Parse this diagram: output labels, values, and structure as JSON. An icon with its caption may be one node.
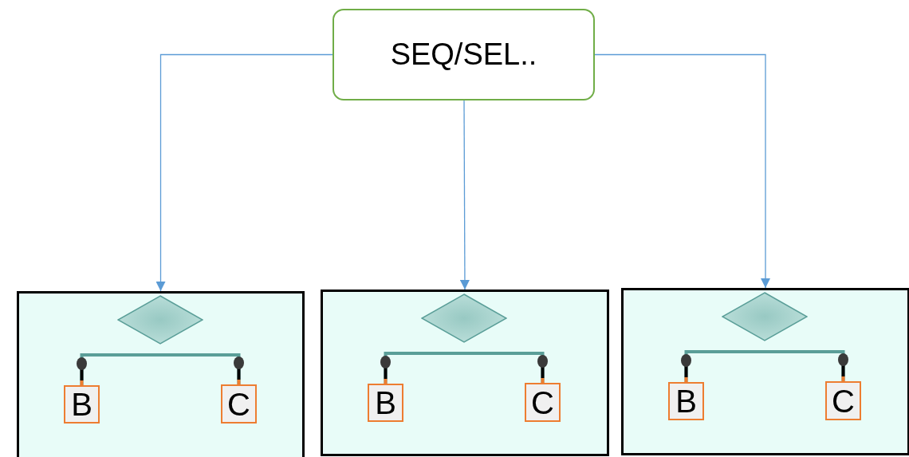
{
  "diagram": {
    "nodes": [
      {
        "text": [
          "SEQ/SEL.."
        ]
      },
      {
        "text": [],
        "shape": "box"
      },
      {
        "text": [],
        "shape": "diamond",
        "in": 1
      },
      {
        "text": [
          "B"
        ],
        "in": 1
      },
      {
        "text": [
          "C"
        ],
        "in": 1
      },
      {
        "text": [],
        "shape": "box"
      },
      {
        "text": [],
        "shape": "diamond",
        "in": 5
      },
      {
        "text": [
          "B"
        ],
        "in": 5
      },
      {
        "text": [
          "C"
        ],
        "in": 5
      },
      {
        "text": [],
        "shape": "box"
      },
      {
        "text": [],
        "shape": "diamond",
        "in": 9
      },
      {
        "text": [
          "B"
        ],
        "in": 9
      },
      {
        "text": [
          "C"
        ],
        "in": 9
      }
    ],
    "edges": [
      {
        "from": 0,
        "to": 1,
        "arrow": "to",
        "color": "#5b9bd5"
      },
      {
        "from": 0,
        "to": 5,
        "arrow": "to",
        "color": "#5b9bd5"
      },
      {
        "from": 0,
        "to": 9,
        "arrow": "to",
        "color": "#5b9bd5"
      },
      {
        "from": 3,
        "to": 4,
        "arrow": "none",
        "style": "thick",
        "color": "#5a9e98"
      },
      {
        "from": 7,
        "to": 8,
        "arrow": "none",
        "style": "thick",
        "color": "#5a9e98"
      },
      {
        "from": 11,
        "to": 12,
        "arrow": "none",
        "style": "thick",
        "color": "#5a9e98"
      }
    ]
  }
}
